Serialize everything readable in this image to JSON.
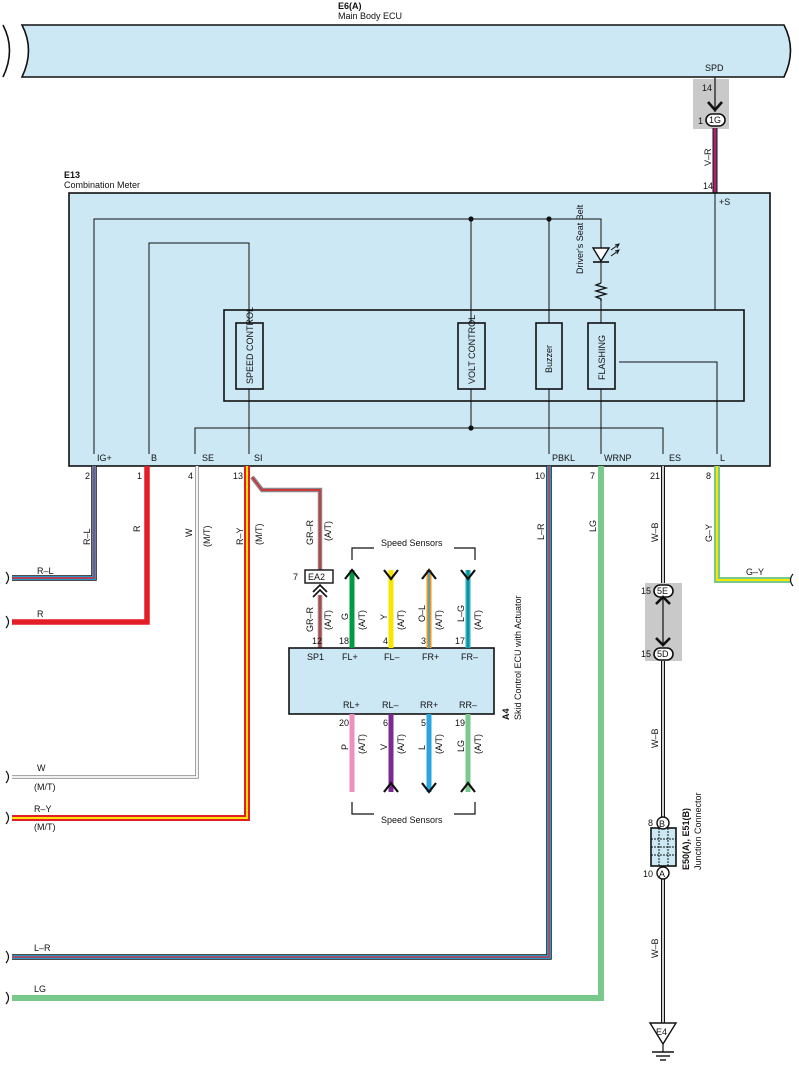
{
  "ecu_top": {
    "code": "E6(A)",
    "name": "Main Body ECU",
    "terminal": "SPD",
    "pin": "14"
  },
  "conn_1g": {
    "pin_top": "1",
    "label": "1G"
  },
  "wire_vr": {
    "color": "V–R",
    "pin": "14"
  },
  "meter": {
    "code": "E13",
    "name": "Combination Meter",
    "plus_s": "+S",
    "seat_belt_label": "Driver's Seat Belt",
    "inner": {
      "speed_control": "SPEED CONTROL",
      "volt_control": "VOLT CONTROL",
      "buzzer": "Buzzer",
      "flashing": "FLASHING"
    },
    "terminals": [
      "IG+",
      "B",
      "SE",
      "SI",
      "PBKL",
      "WRNP",
      "ES",
      "L"
    ],
    "pins": [
      "2",
      "1",
      "4",
      "13",
      "10",
      "7",
      "21",
      "8"
    ]
  },
  "wires": {
    "rl": "R–L",
    "r": "R",
    "w": "W",
    "ry": "R–Y",
    "mt": "(M/T)",
    "at": "(A/T)",
    "grr": "GR–R",
    "lr": "L–R",
    "lg": "LG",
    "wb": "W–B",
    "gy": "G–Y"
  },
  "ea2": {
    "pin": "7",
    "label": "EA2"
  },
  "skid_ecu": {
    "code": "A4",
    "name": "Skid Control ECU with Actuator",
    "top_terminals": [
      "SP1",
      "FL+",
      "FL–",
      "FR+",
      "FR–"
    ],
    "top_pins": [
      "12",
      "18",
      "4",
      "3",
      "17"
    ],
    "top_wires": [
      "GR–R",
      "G",
      "Y",
      "O–L",
      "L–G"
    ],
    "bottom_terminals": [
      "RL+",
      "RL–",
      "RR+",
      "RR–"
    ],
    "bottom_pins": [
      "20",
      "6",
      "5",
      "19"
    ],
    "bottom_wires": [
      "P",
      "V",
      "L",
      "LG"
    ],
    "sensors_label": "Speed Sensors"
  },
  "jc_5e": {
    "pin": "15",
    "label": "5E"
  },
  "jc_5d": {
    "pin": "15",
    "label": "5D"
  },
  "junction": {
    "code": "E50(A), E51(B)",
    "name": "Junction Connector",
    "pin_b": "8",
    "label_b": "B",
    "pin_a": "10",
    "label_a": "A"
  },
  "ground": {
    "label": "E4"
  },
  "colors": {
    "box_fill": "#cce8f5",
    "red": "#e41e26",
    "blue": "#29a6e0",
    "green": "#7ac98c",
    "yellow": "#f6e600",
    "purple": "#7b2a8f",
    "pink": "#ef8fc0",
    "orange": "#f7941d",
    "dkgreen": "#009a44",
    "gray": "#c9c9c9"
  }
}
